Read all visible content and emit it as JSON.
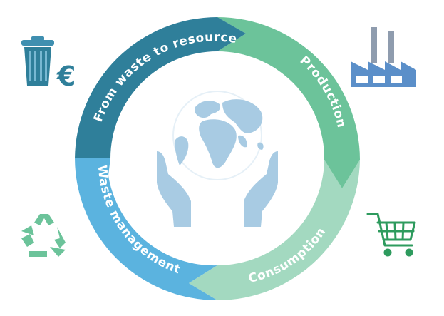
{
  "cycle": {
    "segments": [
      {
        "label": "From waste to resources",
        "color": "#2f7f9a"
      },
      {
        "label": "Production",
        "color": "#6cc39a"
      },
      {
        "label": "Consumption",
        "color": "#a3d9c0"
      },
      {
        "label": "Waste management",
        "color": "#5bb3df"
      }
    ]
  },
  "icons": {
    "trash": {
      "name": "trash-bin-icon",
      "color": "#2f7f9a"
    },
    "euro": {
      "name": "euro-icon",
      "text": "€",
      "color": "#2f7f9a"
    },
    "factory": {
      "name": "factory-icon",
      "color": "#5b8fc9"
    },
    "cart": {
      "name": "shopping-cart-icon",
      "color": "#2e9b5e"
    },
    "recycle": {
      "name": "recycle-icon",
      "color": "#6cc39a"
    },
    "globe": {
      "name": "globe-in-hands-icon",
      "color": "#a8cbe3"
    }
  }
}
